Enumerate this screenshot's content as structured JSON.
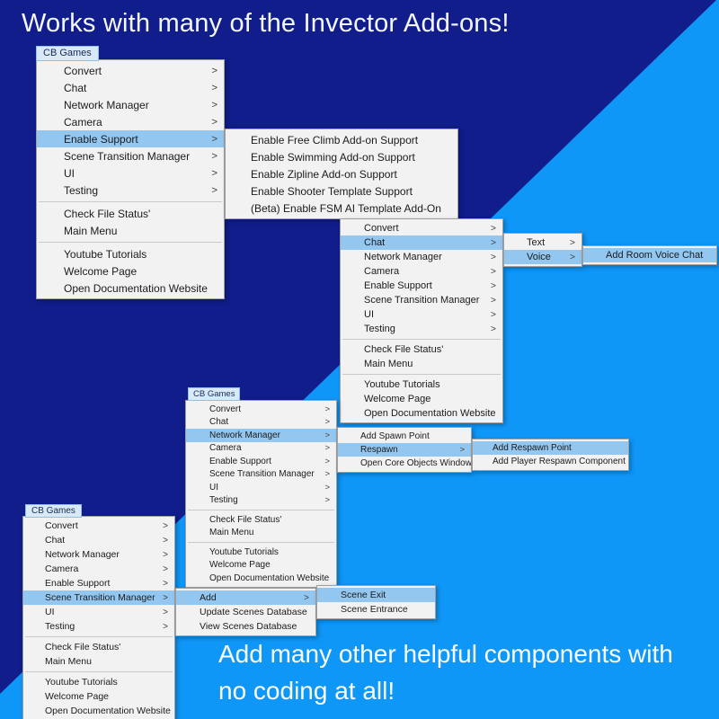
{
  "heading": "Works with many of the Invector Add-ons!",
  "caption": {
    "line1": "Add many other helpful components with",
    "line2": "no coding at all!"
  },
  "menu_tab_label": "CB Games",
  "icons": {
    "submenu_arrow": ">"
  },
  "colors": {
    "bg_dark": "#101d8b",
    "bg_light": "#0f97f8",
    "panel_bg": "#f2f2f2",
    "panel_border": "#9f9f9f",
    "hl": "#93c7f0",
    "tab_bg": "#d8eafa",
    "tab_border": "#92bfe4"
  },
  "main_menu": {
    "items": [
      {
        "label": "Convert",
        "submenu": true
      },
      {
        "label": "Chat",
        "submenu": true
      },
      {
        "label": "Network Manager",
        "submenu": true
      },
      {
        "label": "Camera",
        "submenu": true
      },
      {
        "label": "Enable Support",
        "submenu": true
      },
      {
        "label": "Scene Transition Manager",
        "submenu": true
      },
      {
        "label": "UI",
        "submenu": true
      },
      {
        "label": "Testing",
        "submenu": true
      },
      {
        "separator": true
      },
      {
        "label": "Check File Status'"
      },
      {
        "label": "Main Menu"
      },
      {
        "separator": true
      },
      {
        "label": "Youtube Tutorials"
      },
      {
        "label": "Welcome Page"
      },
      {
        "label": "Open Documentation Website"
      }
    ]
  },
  "menus": [
    {
      "id": "top-left",
      "highlight": "Enable Support"
    },
    {
      "id": "cascade-second",
      "highlight": "Chat"
    },
    {
      "id": "center",
      "highlight": "Network Manager"
    },
    {
      "id": "bottom-left",
      "highlight": "Scene Transition Manager"
    }
  ],
  "submenus": {
    "enable_support": [
      {
        "label": "Enable Free Climb Add-on Support"
      },
      {
        "label": "Enable Swimming Add-on Support"
      },
      {
        "label": "Enable Zipline Add-on Support"
      },
      {
        "label": "Enable Shooter Template Support"
      },
      {
        "label": "(Beta) Enable FSM AI Template Add-On"
      }
    ],
    "chat": [
      {
        "label": "Text",
        "submenu": true
      },
      {
        "label": "Voice",
        "submenu": true,
        "highlight": true
      }
    ],
    "voice": [
      {
        "label": "Add Room Voice Chat",
        "highlight": true
      }
    ],
    "network_manager": [
      {
        "label": "Add Spawn Point"
      },
      {
        "label": "Respawn",
        "submenu": true,
        "highlight": true
      },
      {
        "label": "Open Core Objects Window"
      }
    ],
    "respawn": [
      {
        "label": "Add Respawn Point",
        "highlight": true
      },
      {
        "label": "Add Player Respawn Component"
      }
    ],
    "scene_transition_manager": [
      {
        "label": "Add",
        "submenu": true,
        "highlight": true
      },
      {
        "label": "Update Scenes Database"
      },
      {
        "label": "View Scenes Database"
      }
    ],
    "stm_add": [
      {
        "label": "Scene Exit",
        "highlight": true
      },
      {
        "label": "Scene Entrance"
      }
    ]
  }
}
